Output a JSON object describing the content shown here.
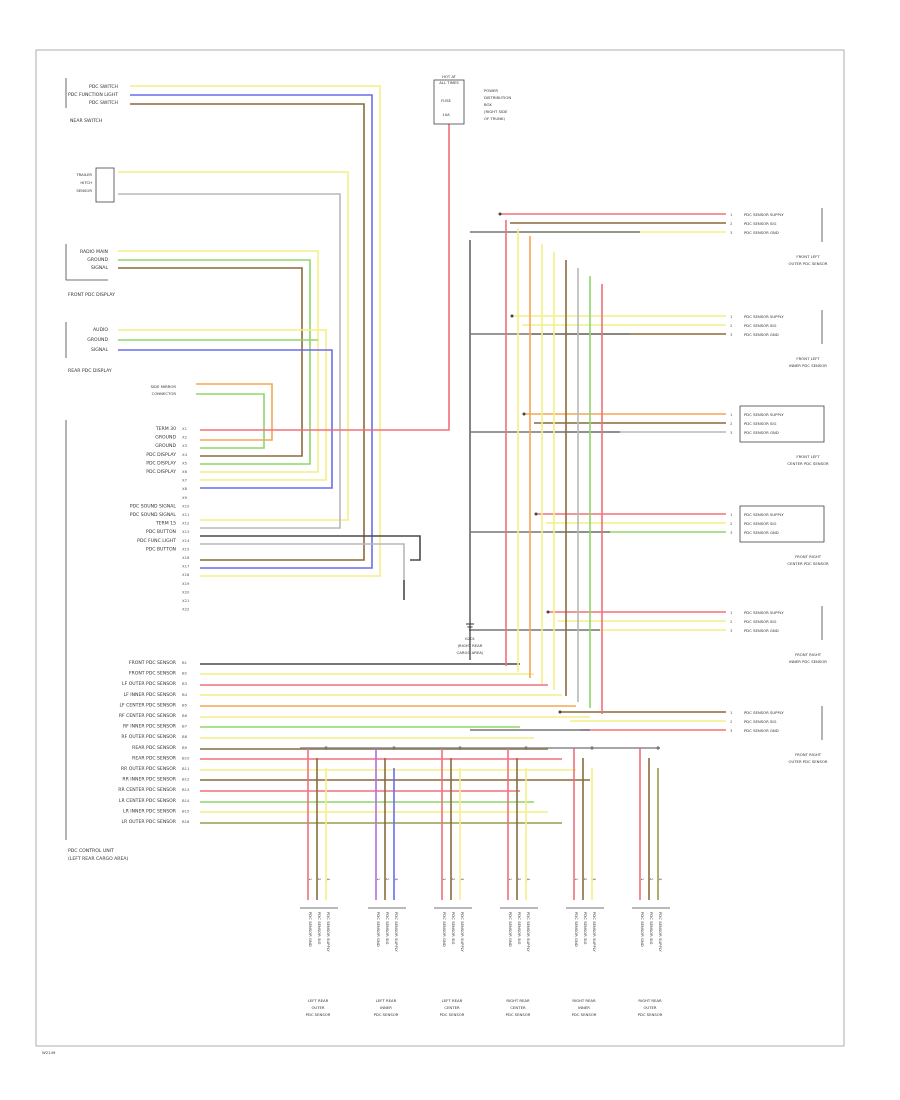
{
  "colors": {
    "red": "#f0707a",
    "yellow": "#f3ef86",
    "blue": "#6a6cf0",
    "brown": "#8a6a3c",
    "grey": "#b8b8b8",
    "orange": "#f6a554",
    "green": "#8fd66a",
    "violet": "#b46ed8",
    "black": "#4a4a4a",
    "olive": "#9a9a50"
  },
  "left_column": {
    "group1_labels": [
      "PDC SWITCH",
      "PDC FUNCTION LIGHT",
      "PDC SWITCH"
    ],
    "group1_caption": "NEAR SWITCH",
    "sensor_box": [
      "TRAILER",
      "HITCH",
      "SENSOR"
    ],
    "group2_labels": [
      "RADIO MAIN",
      "GROUND",
      "SIGNAL"
    ],
    "group2_caption": "FRONT PDC DISPLAY",
    "group3_labels": [
      "AUDIO",
      "GROUND",
      "SIGNAL"
    ],
    "group3_caption": "REAR PDC DISPLAY",
    "side_note": [
      "SIDE MIRROR",
      "CONNECTOR"
    ],
    "module_pins": [
      "TERM 30",
      "GROUND",
      "GROUND",
      "PDC DISPLAY",
      "PDC DISPLAY",
      "PDC DISPLAY",
      "",
      "",
      "",
      "PDC SOUND SIGNAL",
      "PDC SOUND SIGNAL",
      "TERM 15",
      "PDC BUTTON",
      "PDC FUNC LIGHT",
      "PDC BUTTON",
      "",
      "",
      "",
      "",
      "",
      "",
      ""
    ],
    "sensor_pins": [
      "FRONT PDC SENSOR",
      "FRONT PDC SENSOR",
      "LF OUTER PDC SENSOR",
      "LF INNER PDC SENSOR",
      "LF CENTER PDC SENSOR",
      "RF CENTER PDC SENSOR",
      "RF INNER PDC SENSOR",
      "RF OUTER PDC SENSOR",
      "REAR PDC SENSOR",
      "REAR PDC SENSOR",
      "RR OUTER PDC SENSOR",
      "RR INNER PDC SENSOR",
      "RR CENTER PDC SENSOR",
      "LR CENTER PDC SENSOR",
      "LR INNER PDC SENSOR",
      "LR OUTER PDC SENSOR"
    ],
    "module_caption": [
      "PDC CONTROL UNIT",
      "(LEFT REAR CARGO AREA)"
    ]
  },
  "top": {
    "fuse_box": [
      "HOT AT",
      "ALL TIMES",
      "FUSE",
      "10A"
    ],
    "fuse_note": [
      "POWER",
      "DISTRIBUTION",
      "BOX",
      "(RIGHT SIDE",
      "OF TRUNK)"
    ],
    "ground_label": [
      "G201",
      "(RIGHT REAR",
      "CARGO AREA)"
    ]
  },
  "right_sensors": [
    {
      "pins": [
        "PDC SENSOR SUPPLY",
        "PDC SENSOR SIG",
        "PDC SENSOR GND"
      ],
      "caption": [
        "FRONT LEFT",
        "OUTER PDC SENSOR"
      ]
    },
    {
      "pins": [
        "PDC SENSOR SUPPLY",
        "PDC SENSOR SIG",
        "PDC SENSOR GND"
      ],
      "caption": [
        "FRONT LEFT",
        "INNER PDC SENSOR"
      ]
    },
    {
      "pins": [
        "PDC SENSOR SUPPLY",
        "PDC SENSOR SIG",
        "PDC SENSOR GND"
      ],
      "caption": [
        "FRONT LEFT",
        "CENTER PDC SENSOR"
      ]
    },
    {
      "pins": [
        "PDC SENSOR SUPPLY",
        "PDC SENSOR SIG",
        "PDC SENSOR GND"
      ],
      "caption": [
        "FRONT RIGHT",
        "CENTER PDC SENSOR"
      ]
    },
    {
      "pins": [
        "PDC SENSOR SUPPLY",
        "PDC SENSOR SIG",
        "PDC SENSOR GND"
      ],
      "caption": [
        "FRONT RIGHT",
        "INNER PDC SENSOR"
      ]
    },
    {
      "pins": [
        "PDC SENSOR SUPPLY",
        "PDC SENSOR SIG",
        "PDC SENSOR GND"
      ],
      "caption": [
        "FRONT RIGHT",
        "OUTER PDC SENSOR"
      ]
    }
  ],
  "bottom_sensors": [
    {
      "caption": [
        "LEFT REAR",
        "OUTER",
        "PDC SENSOR"
      ]
    },
    {
      "caption": [
        "LEFT REAR",
        "INNER",
        "PDC SENSOR"
      ]
    },
    {
      "caption": [
        "LEFT REAR",
        "CENTER",
        "PDC SENSOR"
      ]
    },
    {
      "caption": [
        "RIGHT REAR",
        "CENTER",
        "PDC SENSOR"
      ]
    },
    {
      "caption": [
        "RIGHT REAR",
        "INNER",
        "PDC SENSOR"
      ]
    },
    {
      "caption": [
        "RIGHT REAR",
        "OUTER",
        "PDC SENSOR"
      ]
    }
  ],
  "bottom_pin_labels": [
    "PDC SENSOR GND",
    "PDC SENSOR SIG",
    "PDC SENSOR SUPPLY"
  ],
  "footer_id": "W2149"
}
